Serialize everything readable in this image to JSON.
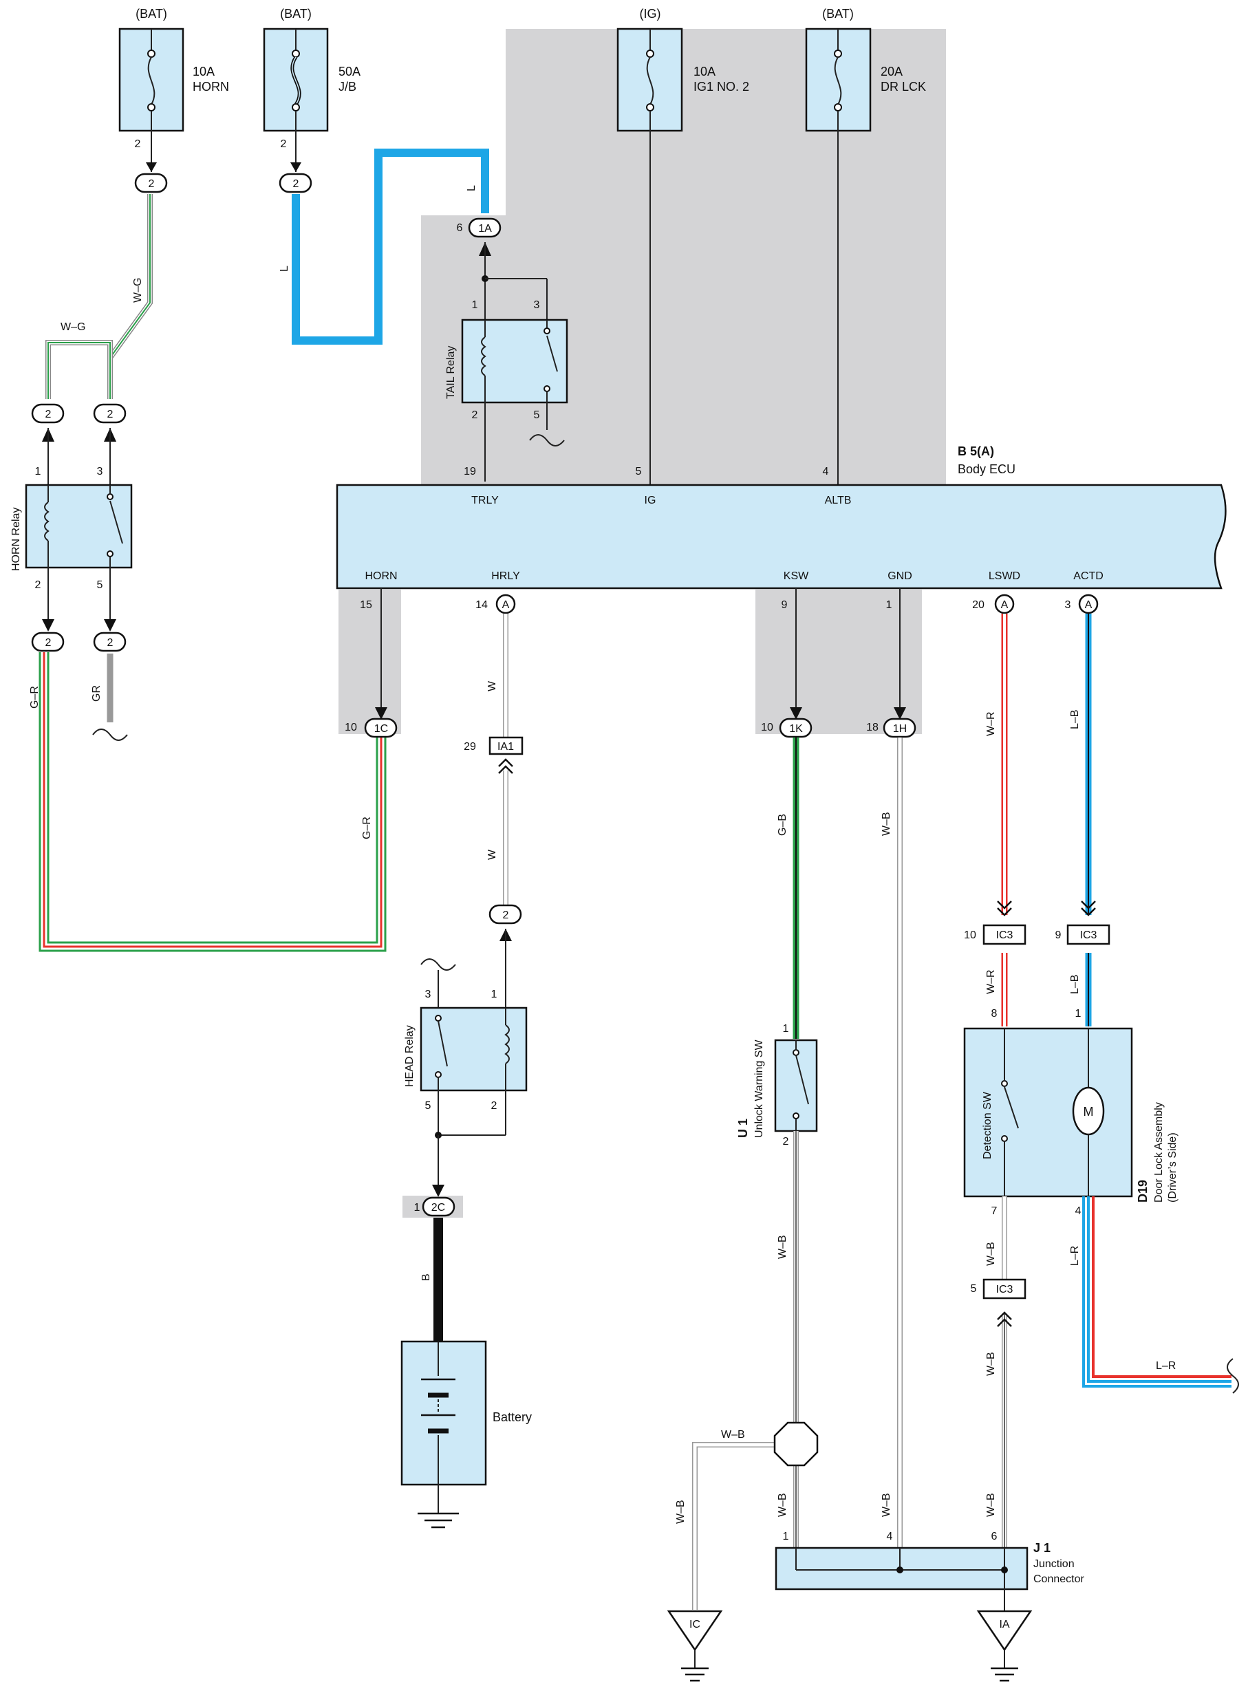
{
  "fuses": [
    {
      "supply": "(BAT)",
      "rating": "10A",
      "name": "HORN",
      "pin": "2"
    },
    {
      "supply": "(BAT)",
      "rating": "50A",
      "name": "J/B",
      "pin": "2"
    },
    {
      "supply": "(IG)",
      "rating": "10A",
      "name": "IG1 NO. 2"
    },
    {
      "supply": "(BAT)",
      "rating": "20A",
      "name": "DR LCK"
    }
  ],
  "relays": {
    "tail": {
      "name": "TAIL Relay",
      "pins": [
        "1",
        "3",
        "2",
        "5"
      ]
    },
    "horn": {
      "name": "HORN Relay",
      "pins": [
        "1",
        "3",
        "2",
        "5"
      ]
    },
    "head": {
      "name": "HEAD Relay",
      "pins": [
        "3",
        "1",
        "5",
        "2"
      ]
    }
  },
  "ecu": {
    "code": "B 5(A)",
    "name": "Body ECU",
    "top_terminals": [
      {
        "pin": "19",
        "label": "TRLY"
      },
      {
        "pin": "5",
        "label": "IG"
      },
      {
        "pin": "4",
        "label": "ALTB"
      }
    ],
    "bottom_terminals": [
      {
        "pin": "15",
        "label": "HORN"
      },
      {
        "pin": "14",
        "label": "HRLY",
        "connector": "A"
      },
      {
        "pin": "9",
        "label": "KSW"
      },
      {
        "pin": "1",
        "label": "GND"
      },
      {
        "pin": "20",
        "label": "LSWD",
        "connector": "A"
      },
      {
        "pin": "3",
        "label": "ACTD",
        "connector": "A"
      }
    ]
  },
  "connectors": {
    "c2": "2",
    "c1A": "1A",
    "c1A_pin": "6",
    "c1C": "1C",
    "c1C_pin": "10",
    "c1K": "1K",
    "c1K_pin": "10",
    "c1H": "1H",
    "c1H_pin": "18",
    "c2C": "2C",
    "c2C_pin": "1",
    "ia1": "IA1",
    "ia1_pin": "29",
    "ic3": "IC3",
    "ic3_pin_a": "10",
    "ic3_pin_b": "9",
    "ic3_pin_c": "5",
    "ecu_conn": "A"
  },
  "wires": {
    "wg": "W–G",
    "l": "L",
    "gr_color": "G–R",
    "gr": "GR",
    "w": "W",
    "gb": "G–B",
    "wb": "W–B",
    "wr": "W–R",
    "lb": "L–B",
    "lr": "L–R",
    "b": "B"
  },
  "components": {
    "unlock_sw": {
      "code": "U 1",
      "name": "Unlock Warning SW",
      "pins": [
        "1",
        "2"
      ]
    },
    "door_lock": {
      "code": "D19",
      "name": "Door Lock Assembly",
      "side": "(Driver’s Side)",
      "switch": "Detection SW",
      "motor": "M",
      "pins": [
        "8",
        "1",
        "7",
        "4"
      ]
    },
    "battery": {
      "name": "Battery"
    },
    "junction": {
      "code": "J 1",
      "name": "Junction",
      "name2": "Connector",
      "pins": [
        "1",
        "4",
        "6"
      ]
    },
    "ground_ic": "IC",
    "ground_ia": "IA"
  },
  "colors": {
    "blue_wire": "#1ea6e6",
    "red": "#e8322c",
    "green": "#2aa04a",
    "component_fill": "#cde9f7",
    "shade": "#d4d4d6"
  }
}
